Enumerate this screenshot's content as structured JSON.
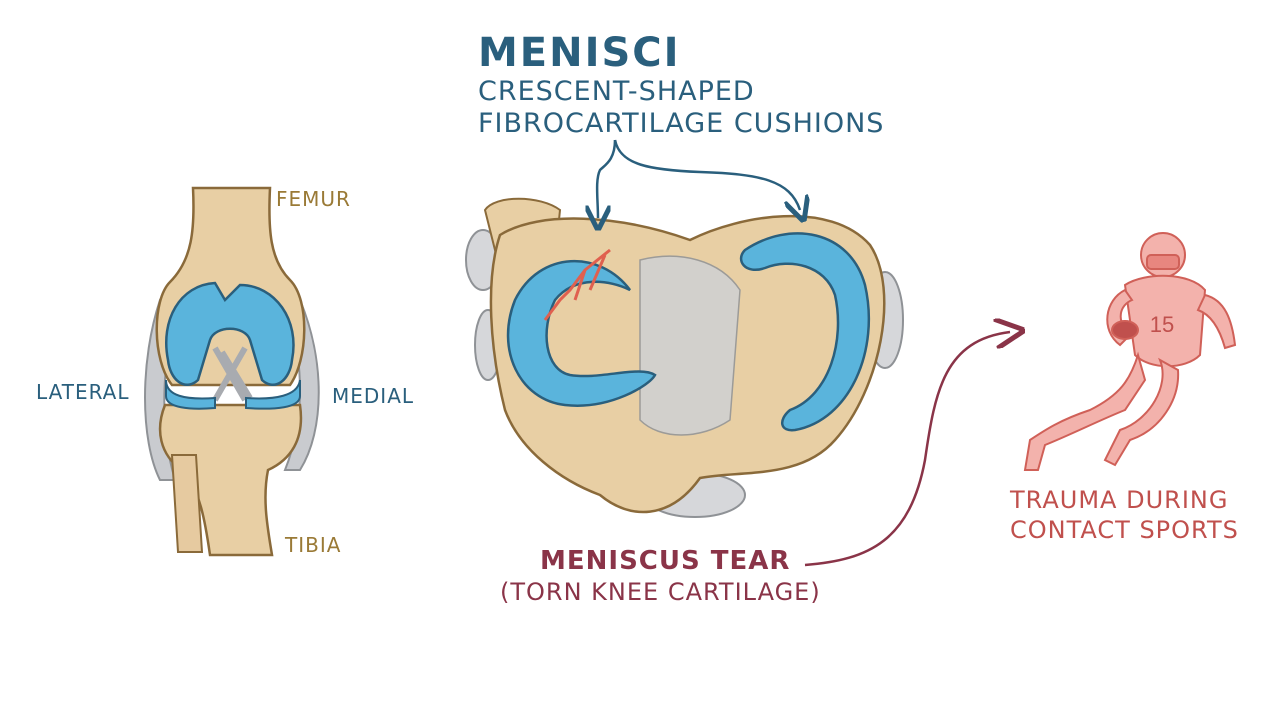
{
  "heading": {
    "title": "MENISCI",
    "subtitle_line1": "CRESCENT-SHAPED",
    "subtitle_line2": "FIBROCARTILAGE CUSHIONS"
  },
  "knee_labels": {
    "femur": "FEMUR",
    "tibia": "TIBIA",
    "lateral": "LATERAL",
    "medial": "MEDIAL"
  },
  "tear": {
    "title": "MENISCUS TEAR",
    "subtitle": "(TORN KNEE CARTILAGE)"
  },
  "trauma": {
    "line1": "TRAUMA DURING",
    "line2": "CONTACT SPORTS",
    "jersey_number": "15"
  },
  "colors": {
    "teal_text": "#2a5f7d",
    "meniscus_blue": "#5ab4dc",
    "bone_tan": "#e8cfa4",
    "ligament_gray": "#c9cbcf",
    "tear_red": "#e0604f",
    "maroon_text": "#8a3448",
    "player_red": "#e8867f"
  }
}
